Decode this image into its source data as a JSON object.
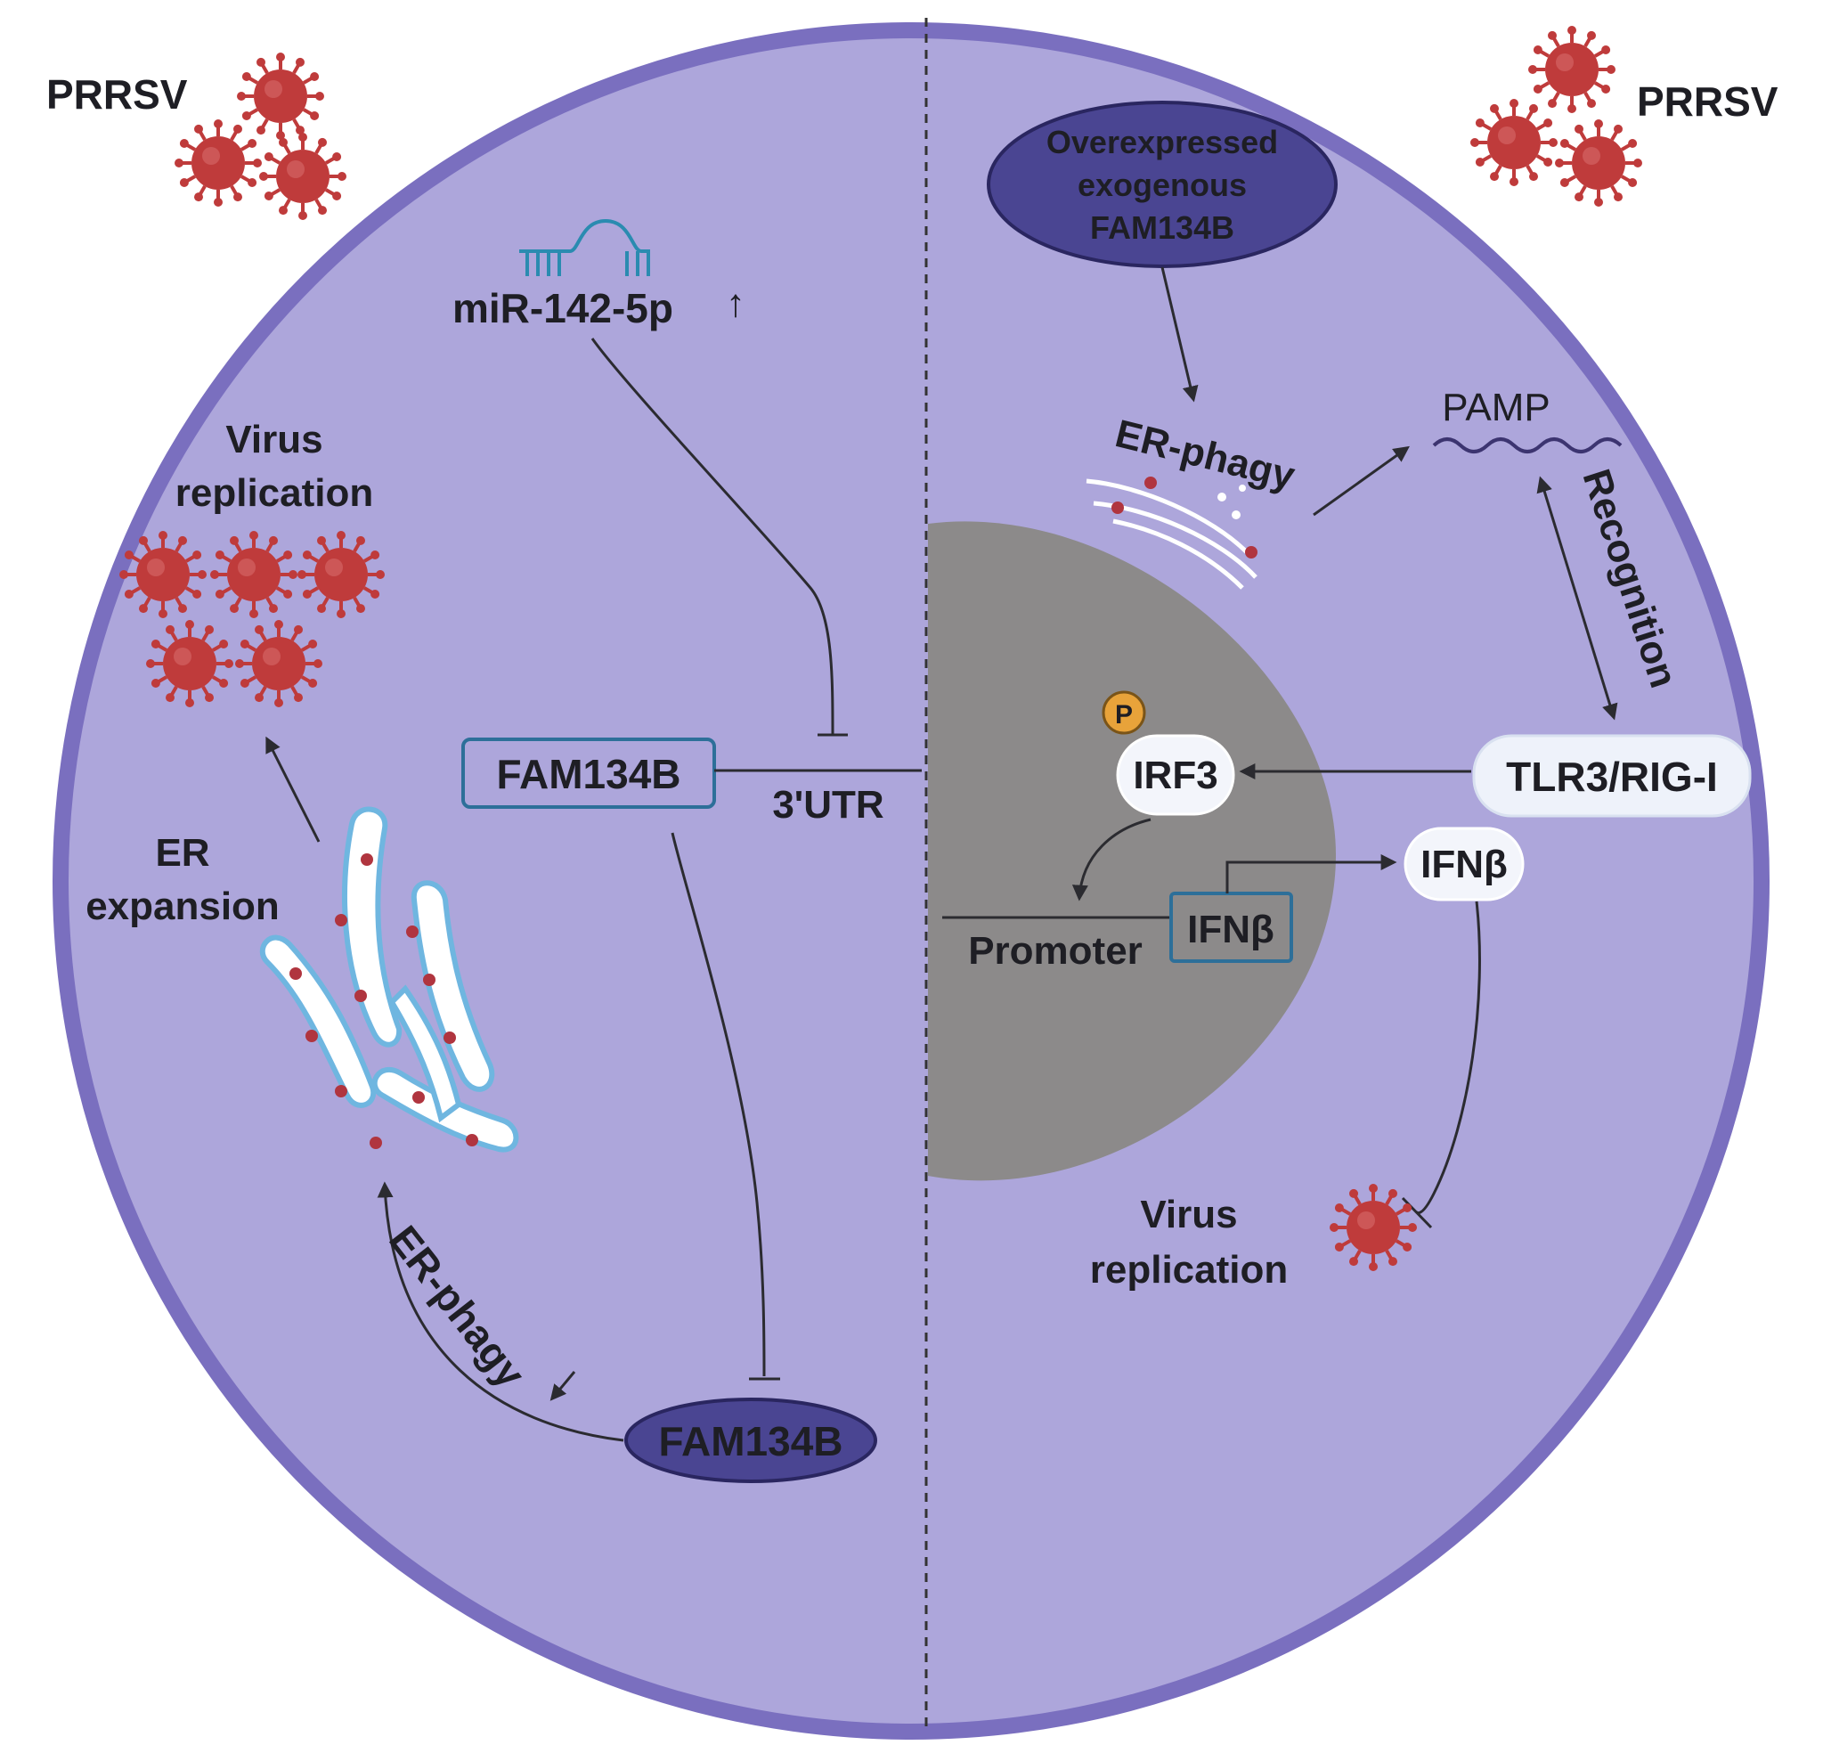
{
  "diagram": {
    "left": {
      "prrsv": "PRRSV",
      "mirna": "miR-142-5p",
      "up_arrow": "↑",
      "virus_replication_line1": "Virus",
      "virus_replication_line2": "replication",
      "fam134b_gene": "FAM134B",
      "utr": "3'UTR",
      "er_expansion_line1": "ER",
      "er_expansion_line2": "expansion",
      "er_phagy": "ER-phagy",
      "fam134b_protein": "FAM134B"
    },
    "right": {
      "prrsv": "PRRSV",
      "overexpressed_line1": "Overexpressed",
      "overexpressed_line2": "exogenous",
      "overexpressed_line3": "FAM134B",
      "er_phagy": "ER-phagy",
      "pamp": "PAMP",
      "recognition": "Recognition",
      "phospho": "P",
      "irf3": "IRF3",
      "tlr3": "TLR3/RIG-I",
      "ifnb_protein": "IFNβ",
      "ifnb_gene": "IFNβ",
      "promoter": "Promoter",
      "virus_replication_line1": "Virus",
      "virus_replication_line2": "replication"
    },
    "colors": {
      "cytoplasm": "#ada6db",
      "membrane": "#7a6fbf",
      "nucleus": "#8c8a8a",
      "protein_ellipse": "#4a4592",
      "gene_box_border": "#2d6f99",
      "virus": "#bf3b3b",
      "phospho": "#e8a33a",
      "text": "#1e1e24"
    },
    "icons": [
      "virus-icon",
      "mirna-hairpin-icon",
      "er-membrane-icon",
      "phosphate-icon",
      "up-arrow-icon"
    ]
  }
}
